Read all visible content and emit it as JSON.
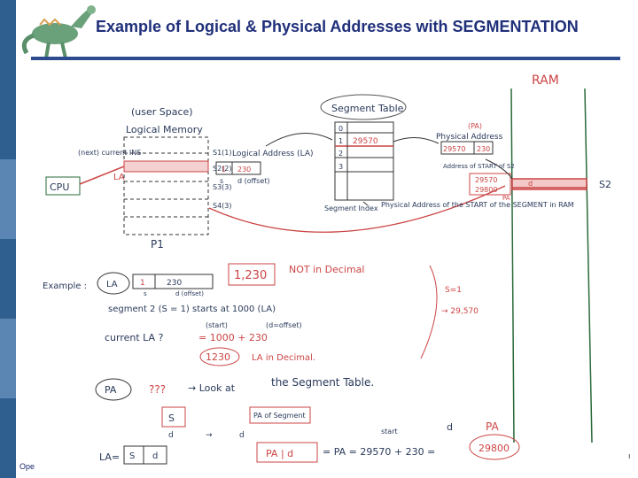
{
  "slide": {
    "title": "Example of Logical & Physical Addresses with SEGMENTATION",
    "footer": "Ope",
    "footer_right": "ı"
  },
  "diagram": {
    "ram_label": "RAM",
    "user_space": "(user Space)",
    "logical_memory": "Logical Memory",
    "next_ins": "(next) current INS",
    "cpu": "CPU",
    "la": "LA",
    "s1": "S1(1)",
    "s2": "S2(2)",
    "s3": "S3(3)",
    "s4": "S4(3)",
    "p1": "P1",
    "logical_addr": "Logical Address (LA)",
    "la_s": "1",
    "la_d": "230",
    "s_label": "s",
    "d_offset": "d (offset)",
    "seg_table_title": "Segment Table",
    "seg_rows": [
      "0",
      "1",
      "2",
      "3"
    ],
    "seg_row1_val": "29570",
    "segment_index": "Segment Index",
    "pa_note": "Physical Address of the START of the SEGMENT in RAM",
    "pa_paren": "(PA)",
    "physical_addr": "Physical Address",
    "pa_box1": "29570",
    "pa_box2": "230",
    "addr_of_start": "Address of START of S2",
    "ram_addr1": "29570",
    "ram_addr2": "29800",
    "d_small": "d",
    "pa_small": "PA",
    "s2_label": "S2",
    "example": "Example :",
    "ex_la": "LA",
    "ex_s": "1",
    "ex_d": "230",
    "ex_s_lbl": "s",
    "ex_d_lbl": "d (offset)",
    "ex_1230": "1,230",
    "not_decimal": "NOT in Decimal",
    "segment2": "segment 2 (S = 1) starts at 1000 (LA)",
    "start_lbl": "(start)",
    "offset_lbl": "(d=offset)",
    "current_la": "current LA ?",
    "eq1": "= 1000 + 230",
    "eq2_val": "1230",
    "eq2_suffix": "LA in Decimal.",
    "s_eq1": "S=1",
    "arrow_29570": "→ 29,570",
    "pa": "PA",
    "qqq": "???",
    "look_at": "→ Look at",
    "the_seg_table": "the Segment Table.",
    "s_box": "S",
    "pa_of_seg": "PA of Segment",
    "d1": "d",
    "arrow_eq": "→",
    "d2": "d",
    "start2": "start",
    "d3": "d",
    "la_eq": "LA=",
    "la_s2": "S",
    "la_d2": "d",
    "pa_d_box": "PA | d",
    "pa_eq": "= PA = 29570 + 230 =",
    "pa_final": "29800",
    "pa_label2": "PA"
  }
}
